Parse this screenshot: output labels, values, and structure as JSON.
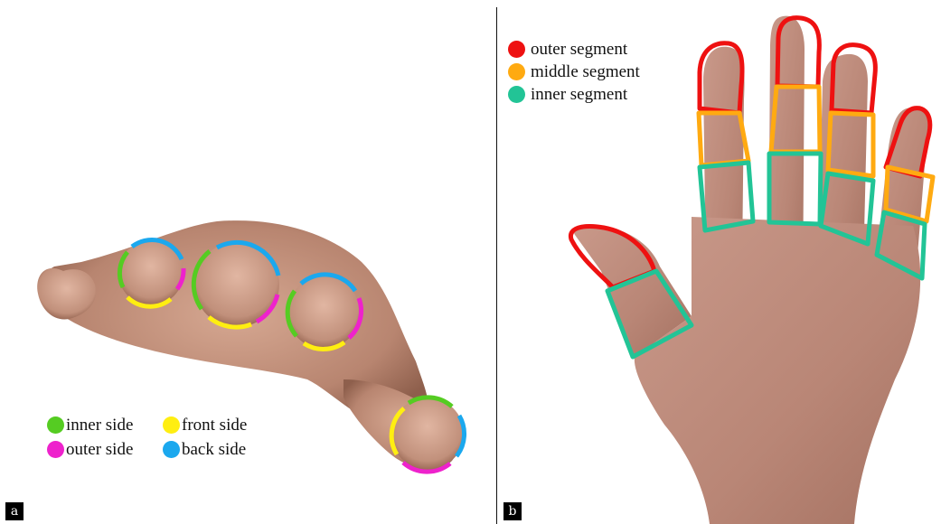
{
  "panel_a": {
    "tag": "a",
    "legend": [
      {
        "label": "inner side",
        "color": "#55cc22"
      },
      {
        "label": "front side",
        "color": "#ffee11"
      },
      {
        "label": "outer side",
        "color": "#ee22cc"
      },
      {
        "label": "back side",
        "color": "#1ba8ee"
      }
    ]
  },
  "panel_b": {
    "tag": "b",
    "legend": [
      {
        "label": "outer segment",
        "color": "#ee1111"
      },
      {
        "label": "middle segment",
        "color": "#ffaa11"
      },
      {
        "label": "inner segment",
        "color": "#22c496"
      }
    ]
  },
  "colors": {
    "skin": "#c4957f",
    "skin_dark": "#9a6a56",
    "skin_light": "#dcb39f"
  }
}
